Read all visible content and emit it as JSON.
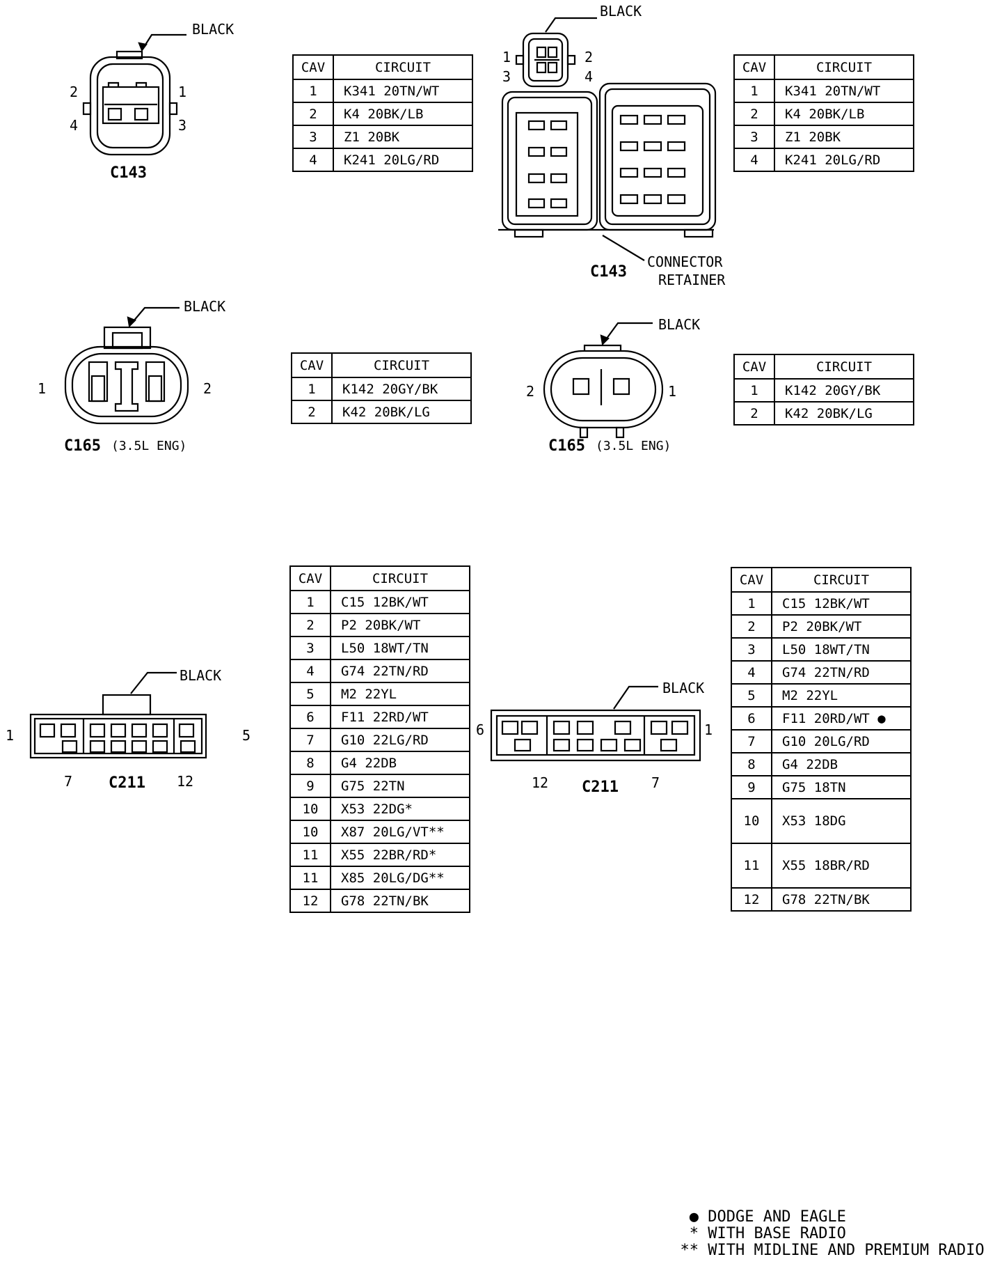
{
  "labels": {
    "black": "BLACK",
    "connector_retainer_1": "CONNECTOR",
    "connector_retainer_2": "RETAINER",
    "cav_header": "CAV",
    "circuit_header": "CIRCUIT"
  },
  "connectors": {
    "c143_left": {
      "name": "C143",
      "pins": [
        "2",
        "1",
        "4",
        "3"
      ]
    },
    "c143_right": {
      "name": "C143",
      "pins": [
        "1",
        "2",
        "3",
        "4"
      ]
    },
    "c165_left": {
      "name": "C165",
      "variant": "(3.5L ENG)",
      "pins": [
        "1",
        "2"
      ]
    },
    "c165_right": {
      "name": "C165",
      "variant": "(3.5L ENG)",
      "pins": [
        "2",
        "1"
      ]
    },
    "c211_left": {
      "name": "C211",
      "pins": [
        "1",
        "5",
        "7",
        "12"
      ]
    },
    "c211_right": {
      "name": "C211",
      "pins": [
        "6",
        "1",
        "12",
        "7"
      ]
    }
  },
  "tables": {
    "c143_left": [
      {
        "cav": "1",
        "circuit": "K341  20TN/WT"
      },
      {
        "cav": "2",
        "circuit": "K4  20BK/LB"
      },
      {
        "cav": "3",
        "circuit": "Z1  20BK"
      },
      {
        "cav": "4",
        "circuit": "K241  20LG/RD"
      }
    ],
    "c143_right": [
      {
        "cav": "1",
        "circuit": "K341  20TN/WT"
      },
      {
        "cav": "2",
        "circuit": "K4  20BK/LB"
      },
      {
        "cav": "3",
        "circuit": "Z1  20BK"
      },
      {
        "cav": "4",
        "circuit": "K241  20LG/RD"
      }
    ],
    "c165_left": [
      {
        "cav": "1",
        "circuit": "K142  20GY/BK"
      },
      {
        "cav": "2",
        "circuit": "K42  20BK/LG"
      }
    ],
    "c165_right": [
      {
        "cav": "1",
        "circuit": "K142  20GY/BK"
      },
      {
        "cav": "2",
        "circuit": "K42  20BK/LG"
      }
    ],
    "c211_left": [
      {
        "cav": "1",
        "circuit": "C15  12BK/WT"
      },
      {
        "cav": "2",
        "circuit": "P2  20BK/WT"
      },
      {
        "cav": "3",
        "circuit": "L50  18WT/TN"
      },
      {
        "cav": "4",
        "circuit": "G74  22TN/RD"
      },
      {
        "cav": "5",
        "circuit": "M2  22YL"
      },
      {
        "cav": "6",
        "circuit": "F11  22RD/WT"
      },
      {
        "cav": "7",
        "circuit": "G10  22LG/RD"
      },
      {
        "cav": "8",
        "circuit": "G4  22DB"
      },
      {
        "cav": "9",
        "circuit": "G75  22TN"
      },
      {
        "cav": "10",
        "circuit": "X53  22DG*"
      },
      {
        "cav": "10",
        "circuit": "X87  20LG/VT**"
      },
      {
        "cav": "11",
        "circuit": "X55  22BR/RD*"
      },
      {
        "cav": "11",
        "circuit": "X85  20LG/DG**"
      },
      {
        "cav": "12",
        "circuit": "G78  22TN/BK"
      }
    ],
    "c211_right": [
      {
        "cav": "1",
        "circuit": "C15  12BK/WT"
      },
      {
        "cav": "2",
        "circuit": "P2  20BK/WT"
      },
      {
        "cav": "3",
        "circuit": "L50  18WT/TN"
      },
      {
        "cav": "4",
        "circuit": "G74  22TN/RD"
      },
      {
        "cav": "5",
        "circuit": "M2  22YL"
      },
      {
        "cav": "6",
        "circuit": "F11  20RD/WT ●"
      },
      {
        "cav": "7",
        "circuit": "G10  20LG/RD"
      },
      {
        "cav": "8",
        "circuit": "G4  22DB"
      },
      {
        "cav": "9",
        "circuit": "G75  18TN"
      },
      {
        "cav": "10",
        "circuit": "X53  18DG",
        "tall": true
      },
      {
        "cav": "11",
        "circuit": "X55  18BR/RD",
        "tall": true
      },
      {
        "cav": "12",
        "circuit": "G78  22TN/BK"
      }
    ]
  },
  "legend": [
    {
      "symbol": "●",
      "text": "DODGE AND EAGLE"
    },
    {
      "symbol": "*",
      "text": "WITH BASE RADIO"
    },
    {
      "symbol": "**",
      "text": "WITH MIDLINE AND PREMIUM RADIO"
    }
  ]
}
